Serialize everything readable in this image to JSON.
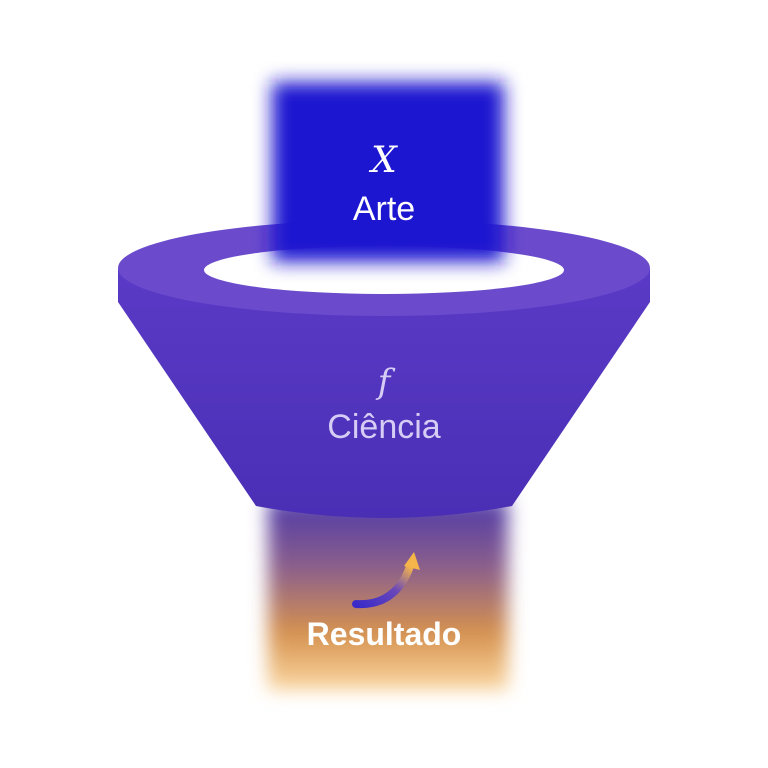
{
  "stages": {
    "top": {
      "symbol": "X",
      "label": "Arte",
      "color": "#1d14d0"
    },
    "middle": {
      "symbol": "f",
      "label": "Ciência",
      "color": "#5333c4"
    },
    "bottom": {
      "label": "Resultado",
      "color_top": "#5a3fb0",
      "color_bottom": "#f2b15a"
    }
  },
  "icons": {
    "top": "x-symbol-icon",
    "middle": "function-symbol-icon",
    "bottom": "growth-arrow-icon"
  }
}
